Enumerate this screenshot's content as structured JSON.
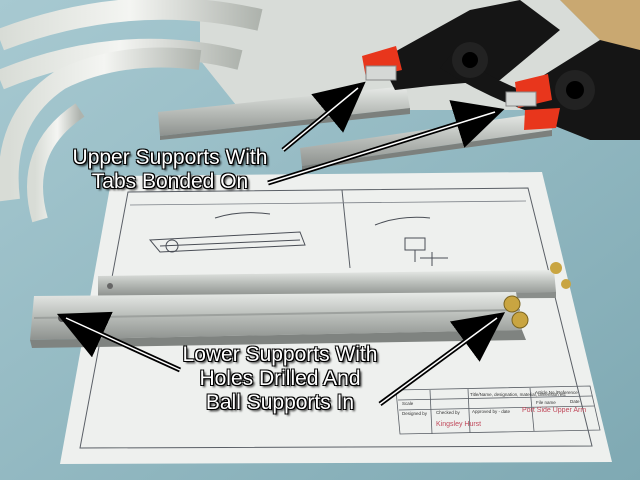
{
  "photo": {
    "callouts": {
      "upper": [
        "Upper Supports With",
        "Tabs Bonded On"
      ],
      "lower": [
        "Lower Supports With",
        "Holes Drilled And",
        "Ball Supports In"
      ]
    },
    "drawing": {
      "name": "Kingsley Hurst",
      "part": "Port Side Upper Arm",
      "header_cells": [
        "Scale",
        "Title/Name, designation, material, dimension etc",
        "Article No./Reference"
      ],
      "row_cells": [
        "Designed by",
        "Checked by",
        "Approved by - date",
        "File name",
        "Date"
      ]
    },
    "colors": {
      "table": "#8fb8c2",
      "paper": "#eef0ee",
      "aluminum": "#c9ccc8",
      "clamp_black": "#151515",
      "clamp_orange": "#e8361c",
      "label_text": "#ffffff"
    }
  }
}
